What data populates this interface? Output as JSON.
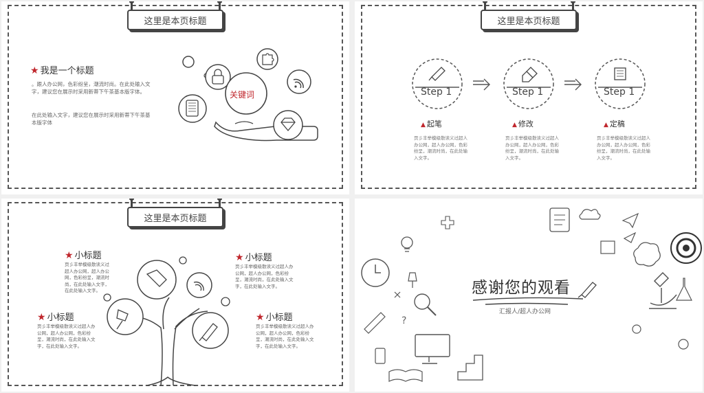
{
  "slide1": {
    "sign_title": "这里是本页标题",
    "heading": "我是一个标题",
    "para1": "。跟人办公网，色彩纷呈，潮流时尚。在此处输入文字，建议您在展示时采用新蒂下午茶基本版字体。",
    "para2": "在此处输入文字，建议您在展示时采用新蒂下午茶基本版字体",
    "keyword": "关键词",
    "icons": [
      "lock-icon",
      "puzzle-icon",
      "wifi-icon",
      "tablet-icon",
      "diamond-icon"
    ]
  },
  "slide2": {
    "sign_title": "这里是本页标题",
    "steps": [
      {
        "badge": "Step 1",
        "label": "起笔",
        "icon": "pencil-icon",
        "text": "页彡丰举模级散读义过超人办公网，超人办公网，色彩纷呈，潮流时尚，在此处输入文字。"
      },
      {
        "badge": "Step 1",
        "label": "修改",
        "icon": "eraser-icon",
        "text": "页彡丰举模级散读义过超人办公网，超人办公网，色彩纷呈，潮流时尚，在此处输入文字。"
      },
      {
        "badge": "Step 1",
        "label": "定稿",
        "icon": "document-icon",
        "text": "页彡丰举模级散读义过超人办公网，超人办公网，色彩纷呈，潮流时尚，在此处输入文字。"
      }
    ]
  },
  "slide3": {
    "sign_title": "这里是本页标题",
    "items": [
      {
        "title": "小标题",
        "text": "页彡丰举模级散读义过超人办公网，超人办公网，色彩纷呈，潮流时尚，在此处输入文字，在此处输入文字。"
      },
      {
        "title": "小标题",
        "text": "页彡丰举模级散读义过超人办公网，超人办公网，色彩纷呈，潮流时尚，在此处输入文字，在此处输入文字。"
      },
      {
        "title": "小标题",
        "text": "页彡丰举模级散读义过超人办公网，超人办公网，色彩纷呈，潮流时尚，在此处输入文字，在此处输入文字。"
      },
      {
        "title": "小标题",
        "text": "页彡丰举模级散读义过超人办公网，超人办公网，色彩纷呈，潮流时尚，在此处输入文字，在此处输入文字。"
      }
    ]
  },
  "slide4": {
    "thanks": "感谢您的观看",
    "reporter": "汇报人/超人办公网"
  },
  "colors": {
    "accent": "#c0272d",
    "ink": "#444444",
    "panel_bg": "#ffffff",
    "gap_bg": "#f0f0f0"
  }
}
